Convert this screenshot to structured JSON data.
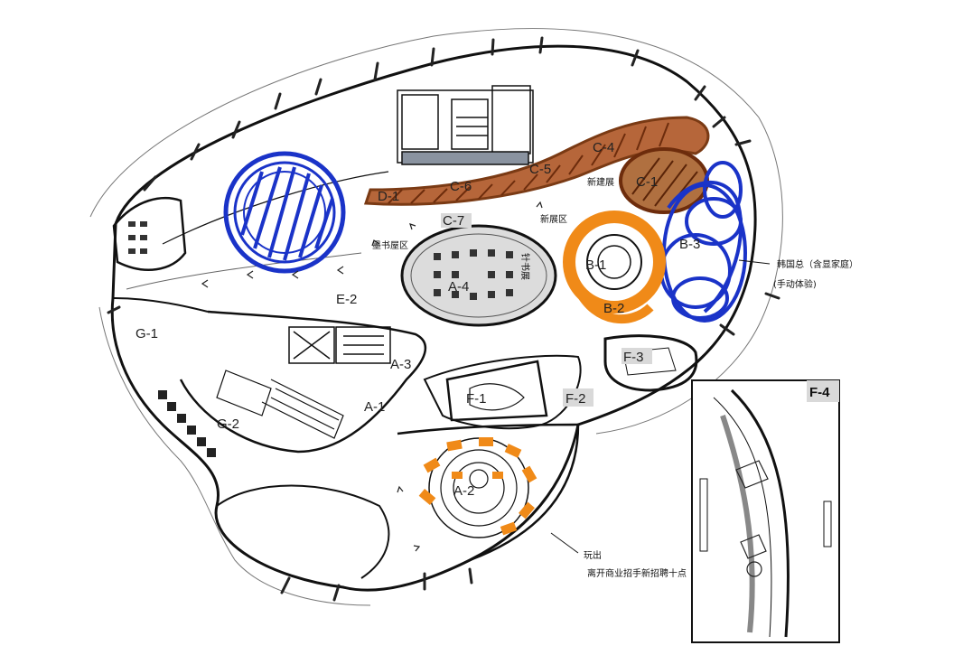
{
  "zones": {
    "a1": "A-1",
    "a2": "A-2",
    "a3": "A-3",
    "a4": "A-4",
    "b1": "B-1",
    "b2": "B-2",
    "b3": "B-3",
    "c1": "C-1",
    "c4": "C-4",
    "c5": "C-5",
    "c6": "C-6",
    "c7": "C-7",
    "d1": "D-1",
    "e2": "E-2",
    "f1": "F-1",
    "f2": "F-2",
    "f3": "F-3",
    "f4": "F-4",
    "g1": "G-1",
    "g2": "G-2"
  },
  "notes": {
    "right_line1": "韩国总（含显家庭）",
    "right_line2": "(手动体验)",
    "bottom_line1": "玩出",
    "bottom_line2": "离开商业招手新招聘十点",
    "vert_a4": "针书展",
    "near_c7": "墨书屋区",
    "near_b1": "新建展",
    "near_c1": "新展区"
  },
  "colors": {
    "blue_marker": "#1a33c8",
    "orange_marker": "#f08a18",
    "brown_marker": "#9a4a1c"
  }
}
